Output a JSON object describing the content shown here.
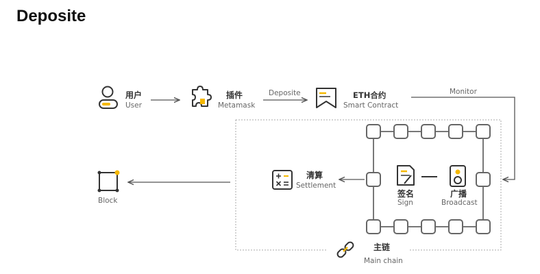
{
  "title": "Deposite",
  "nodes": {
    "user": {
      "label_cn": "用户",
      "label_en": "User",
      "icon": "user-icon"
    },
    "plugin": {
      "label_cn": "插件",
      "label_en": "Metamask",
      "icon": "puzzle-icon"
    },
    "contract": {
      "label_cn": "ETH合约",
      "label_en": "Smart Contract",
      "icon": "ribbon-icon"
    },
    "block": {
      "label_en": "Block",
      "icon": "block-icon"
    },
    "settlement": {
      "label_cn": "清算",
      "label_en": "Settlement",
      "icon": "calculator-icon"
    },
    "sign": {
      "label_cn": "签名",
      "label_en": "Sign",
      "icon": "sign-document-icon"
    },
    "broadcast": {
      "label_cn": "广播",
      "label_en": "Broadcast",
      "icon": "speaker-icon"
    },
    "main_chain": {
      "label_cn": "主链",
      "label_en": "Main chain",
      "icon": "chain-link-icon"
    }
  },
  "edges": {
    "deposit": "Deposite",
    "monitor": "Monitor"
  },
  "colors": {
    "accent": "#f5b800",
    "line": "#555555",
    "chain_node": "#666666",
    "dashed_border": "#aaaaaa"
  }
}
